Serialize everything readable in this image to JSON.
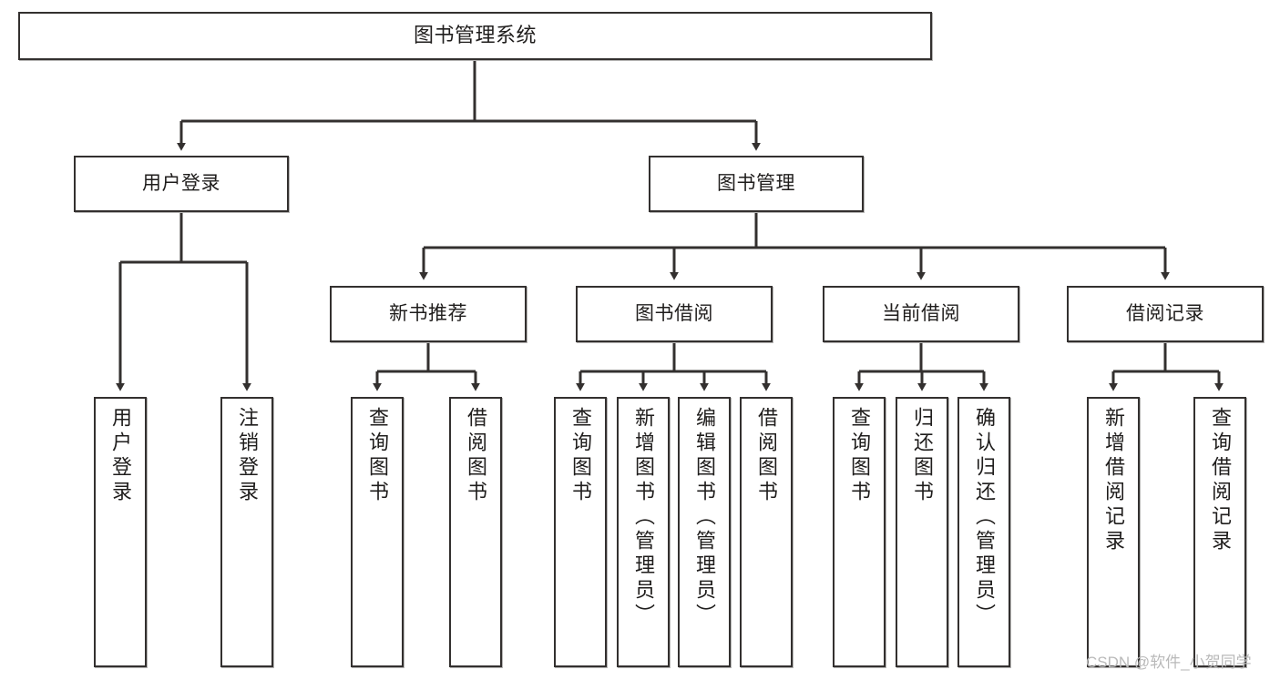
{
  "diagram": {
    "title": "图书管理系统",
    "type": "tree",
    "background": "#ffffff",
    "box_border_color": "#33302f",
    "line_color": "#33302f"
  },
  "nodes": {
    "root": {
      "label": "图书管理系统"
    },
    "level2": [
      {
        "id": "user-login",
        "label": "用户登录"
      },
      {
        "id": "book-manage",
        "label": "图书管理"
      }
    ],
    "level3": [
      {
        "id": "new-book-recommend",
        "label": "新书推荐"
      },
      {
        "id": "book-borrow",
        "label": "图书借阅"
      },
      {
        "id": "current-borrow",
        "label": "当前借阅"
      },
      {
        "id": "borrow-record",
        "label": "借阅记录"
      }
    ],
    "leaves": {
      "user_login": [
        {
          "id": "leaf-user-login",
          "label": "用户登录"
        },
        {
          "id": "leaf-logout",
          "label": "注销登录"
        }
      ],
      "new_book_recommend": [
        {
          "id": "leaf-query-book-1",
          "label": "查询图书"
        },
        {
          "id": "leaf-borrow-book-1",
          "label": "借阅图书"
        }
      ],
      "book_borrow": [
        {
          "id": "leaf-query-book-2",
          "label": "查询图书"
        },
        {
          "id": "leaf-add-book",
          "label": "新增图书（管理员）"
        },
        {
          "id": "leaf-edit-book",
          "label": "编辑图书（管理员）"
        },
        {
          "id": "leaf-borrow-book-2",
          "label": "借阅图书"
        }
      ],
      "current_borrow": [
        {
          "id": "leaf-query-book-3",
          "label": "查询图书"
        },
        {
          "id": "leaf-return-book",
          "label": "归还图书"
        },
        {
          "id": "leaf-confirm-return",
          "label": "确认归还（管理员）"
        }
      ],
      "borrow_record": [
        {
          "id": "leaf-add-record",
          "label": "新增借阅记录"
        },
        {
          "id": "leaf-query-record",
          "label": "查询借阅记录"
        }
      ]
    }
  },
  "watermark": {
    "text": "CSDN @软件_小贺同学"
  }
}
